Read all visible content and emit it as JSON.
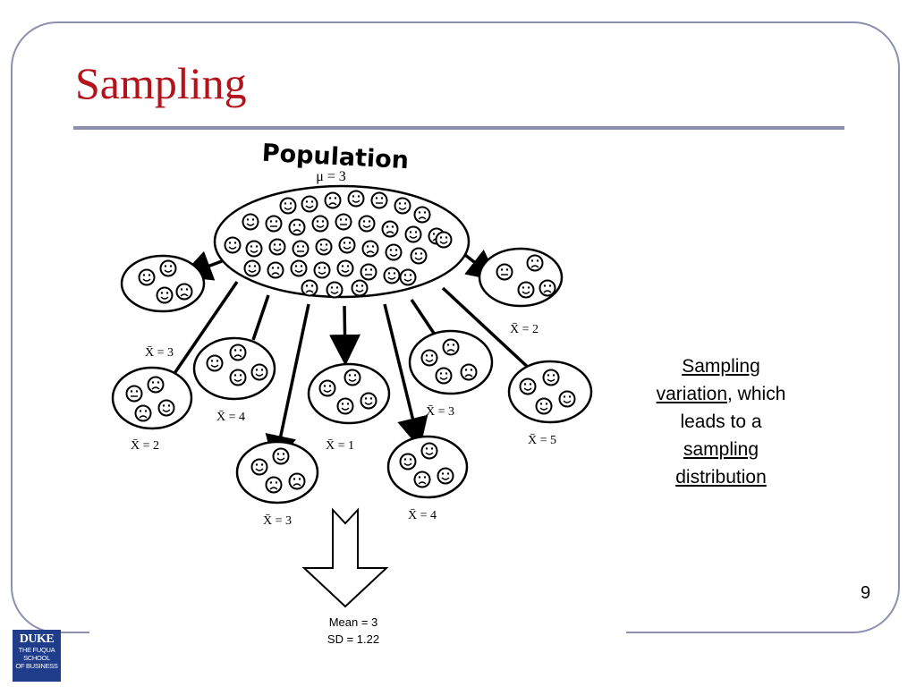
{
  "slide": {
    "title": "Sampling",
    "page_number": "9"
  },
  "diagram": {
    "population_label": "Population",
    "population_mean": "μ = 3",
    "samples": [
      {
        "label": "X̄ = 3"
      },
      {
        "label": "X̄ = 2"
      },
      {
        "label": "X̄ = 4"
      },
      {
        "label": "X̄ = 3"
      },
      {
        "label": "X̄ = 1"
      },
      {
        "label": "X̄ = 4"
      },
      {
        "label": "X̄ = 3"
      },
      {
        "label": "X̄ = 5"
      },
      {
        "label": "X̄ = 2"
      }
    ],
    "summary_mean": "Mean = 3",
    "summary_sd": "SD = 1.22"
  },
  "note": {
    "line1": "Sampling",
    "line2a": "variation",
    "line2b": ", which",
    "line3": "leads to a",
    "line4": "sampling",
    "line5": "distribution"
  },
  "logo": {
    "line1": "DUKE",
    "line2": "THE FUQUA",
    "line3": "SCHOOL",
    "line4": "OF BUSINESS"
  },
  "colors": {
    "title": "#b3131b",
    "frame": "#8c8fae",
    "logo_bg": "#1f3d8a"
  }
}
